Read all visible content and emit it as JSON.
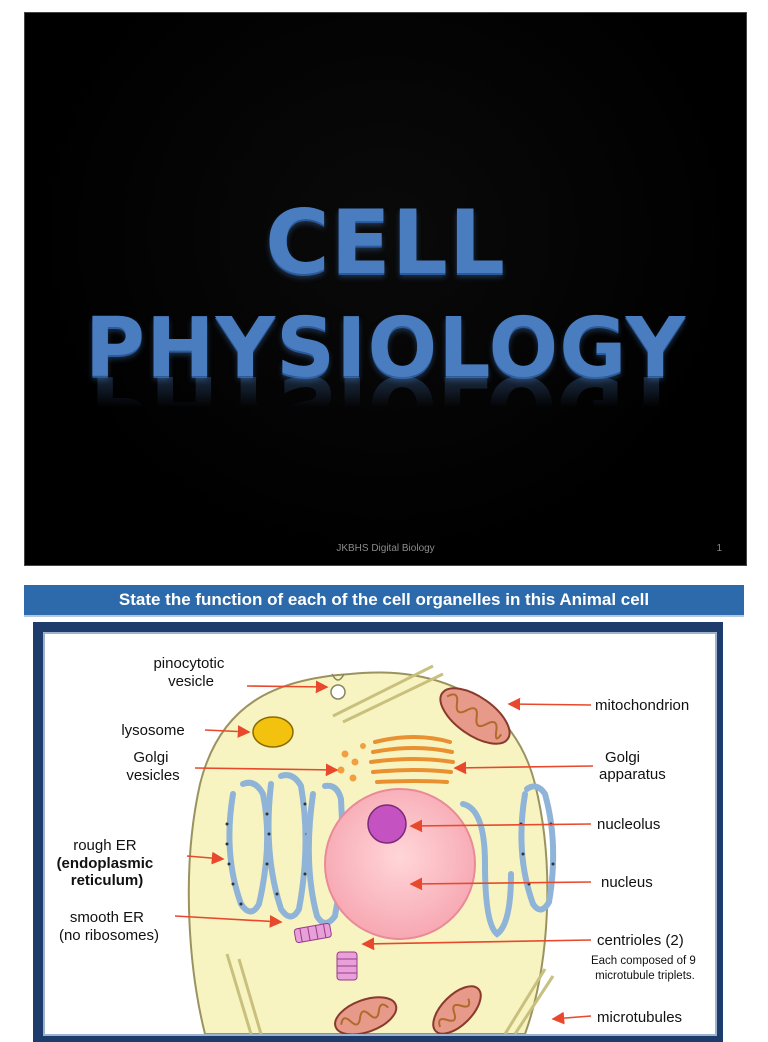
{
  "slide1": {
    "title_line1": "CELL",
    "title_line2": "PHYSIOLOGY",
    "footer": "JKBHS Digital Biology",
    "page_number": "1"
  },
  "slide2": {
    "banner": "State the function of each of the cell organelles in this Animal cell",
    "labels": {
      "pinocytotic_vesicle": [
        "pinocytotic",
        "vesicle"
      ],
      "lysosome": "lysosome",
      "golgi_vesicles": [
        "Golgi",
        "vesicles"
      ],
      "rough_er": [
        "rough ER",
        "(endoplasmic",
        "reticulum)"
      ],
      "smooth_er": [
        "smooth ER",
        "(no ribosomes)"
      ],
      "mitochondrion": "mitochondrion",
      "golgi_apparatus": [
        "Golgi",
        "apparatus"
      ],
      "nucleolus": "nucleolus",
      "nucleus": "nucleus",
      "centrioles": "centrioles (2)",
      "centrioles_note": [
        "Each composed of 9",
        "microtubule triplets."
      ],
      "microtubules": "microtubules"
    }
  },
  "colors": {
    "title_blue": "#4a7cc0",
    "banner_blue": "#2d6aab",
    "frame_navy": "#1e3c6b",
    "cytoplasm": "#f7f4c2",
    "arrow_red": "#e8482b"
  }
}
